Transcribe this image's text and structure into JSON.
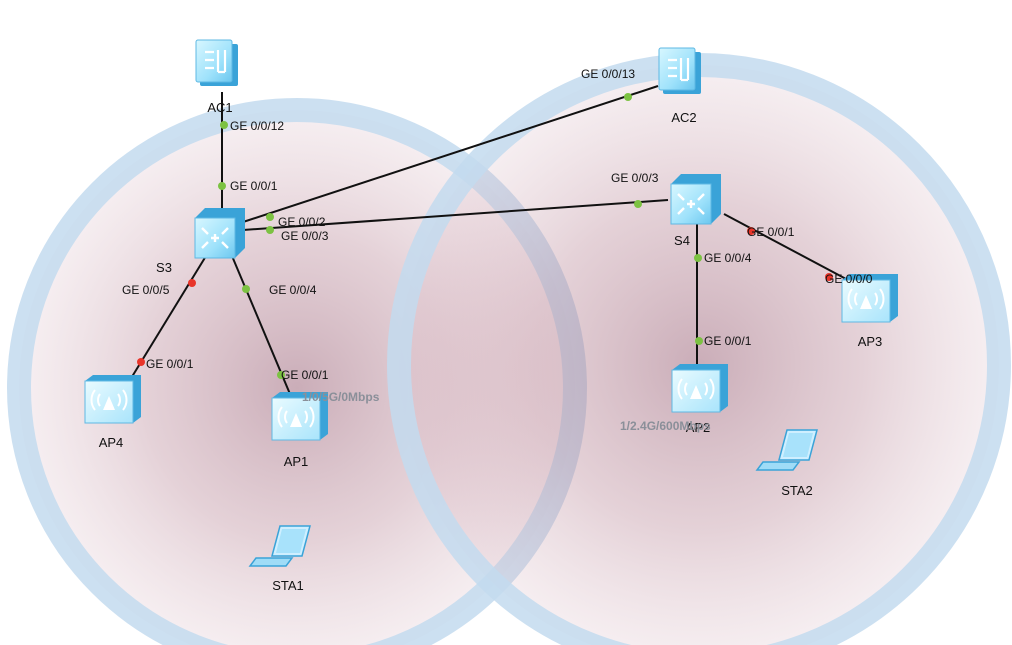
{
  "colors": {
    "coverage_ring": "#c3dbee",
    "coverage_fill": "#b67a8d",
    "link": "#111111",
    "port_up": "#7cc242",
    "port_down": "#e8352a",
    "device_light": "#b9efff",
    "device_dark": "#3aa3d8"
  },
  "devices": [
    {
      "id": "AC1",
      "label": "AC1",
      "type": "ac",
      "icon": "access-controller-icon"
    },
    {
      "id": "AC2",
      "label": "AC2",
      "type": "ac",
      "icon": "access-controller-icon"
    },
    {
      "id": "S3",
      "label": "S3",
      "type": "switch",
      "icon": "switch-icon"
    },
    {
      "id": "S4",
      "label": "S4",
      "type": "switch",
      "icon": "switch-icon"
    },
    {
      "id": "AP1",
      "label": "AP1",
      "type": "ap",
      "icon": "access-point-icon"
    },
    {
      "id": "AP2",
      "label": "AP2",
      "type": "ap",
      "icon": "access-point-icon"
    },
    {
      "id": "AP3",
      "label": "AP3",
      "type": "ap",
      "icon": "access-point-icon"
    },
    {
      "id": "AP4",
      "label": "AP4",
      "type": "ap",
      "icon": "access-point-icon"
    },
    {
      "id": "STA1",
      "label": "STA1",
      "type": "sta",
      "icon": "laptop-icon"
    },
    {
      "id": "STA2",
      "label": "STA2",
      "type": "sta",
      "icon": "laptop-icon"
    }
  ],
  "links": [
    {
      "from": "AC1",
      "to": "S3",
      "from_port": "GE 0/0/12",
      "to_port": "GE 0/0/1",
      "from_state": "up",
      "to_state": "up"
    },
    {
      "from": "AC2",
      "to": "S3",
      "from_port": "GE 0/0/13",
      "to_port": "GE 0/0/2",
      "from_state": "up",
      "to_state": "up"
    },
    {
      "from": "S3",
      "to": "S4",
      "from_port": "GE 0/0/3",
      "to_port": "GE 0/0/3",
      "from_state": "up",
      "to_state": "up"
    },
    {
      "from": "S3",
      "to": "AP4",
      "from_port": "GE 0/0/5",
      "to_port": "GE 0/0/1",
      "from_state": "down",
      "to_state": "down"
    },
    {
      "from": "S3",
      "to": "AP1",
      "from_port": "GE 0/0/4",
      "to_port": "GE 0/0/1",
      "from_state": "up",
      "to_state": "up"
    },
    {
      "from": "S4",
      "to": "AP2",
      "from_port": "GE 0/0/4",
      "to_port": "GE 0/0/1",
      "from_state": "up",
      "to_state": "up"
    },
    {
      "from": "S4",
      "to": "AP3",
      "from_port": "GE 0/0/1",
      "to_port": "GE 0/0/0",
      "from_state": "down",
      "to_state": "down"
    }
  ],
  "rate_labels": [
    {
      "device": "AP1",
      "text": "1/0/5G/0Mbps"
    },
    {
      "device": "AP2",
      "text": "1/2.4G/600Mbps"
    }
  ]
}
